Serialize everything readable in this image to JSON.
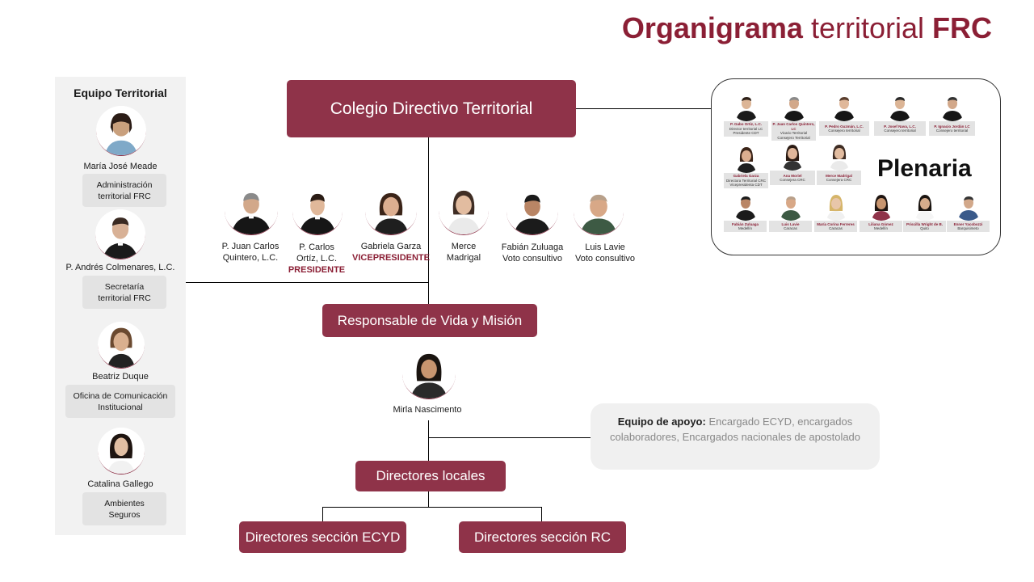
{
  "title": {
    "bold_part": "Organigrama",
    "regular_part": "territorial",
    "suffix": "FRC"
  },
  "colors": {
    "accent": "#8f3349",
    "title": "#8b1f35",
    "panel": "#f2f2f2"
  },
  "left_panel": {
    "title": "Equipo Territorial",
    "members": [
      {
        "name": "María José Meade",
        "role_line1": "Administración",
        "role_line2": "territorial FRC"
      },
      {
        "name": "P. Andrés Colmenares, L.C.",
        "role_line1": "Secretaría",
        "role_line2": "territorial FRC"
      },
      {
        "name": "Beatriz Duque",
        "role_line1": "Oficina  de Comunicación",
        "role_line2": "Institucional"
      },
      {
        "name": "Catalina Gallego",
        "role_line1": "Ambientes",
        "role_line2": "Seguros"
      }
    ]
  },
  "boxes": {
    "colegio": "Colegio Directivo Territorial",
    "responsable": "Responsable de Vida y Misión",
    "directores_locales": "Directores locales",
    "directores_ecyd": "Directores sección ECYD",
    "directores_rc": "Directores sección RC"
  },
  "colegio_members": [
    {
      "line1": "P. Juan Carlos",
      "line2": "Quintero, L.C.",
      "role": ""
    },
    {
      "line1": "P. Carlos",
      "line2": "Ortíz, L.C.",
      "role": "PRESIDENTE"
    },
    {
      "line1": "Gabriela Garza",
      "line2": "",
      "role": "VICEPRESIDENTE"
    },
    {
      "line1": "Merce",
      "line2": "Madrigal",
      "role": ""
    },
    {
      "line1": "Fabián  Zuluaga",
      "line2": "Voto consultivo",
      "role": ""
    },
    {
      "line1": "Luis Lavie",
      "line2": "Voto consultivo",
      "role": ""
    }
  ],
  "responsable_person": "Mirla  Nascimento",
  "support": {
    "label": "Equipo de apoyo:",
    "text": "Encargado ECYD, encargados colaboradores, Encargados nacionales de apostolado"
  },
  "plenaria": {
    "title": "Plenaria",
    "row1": [
      {
        "name": "P. Gabo Ortiz, L.C.",
        "line2": "Director territorial LC",
        "line3": "Presidente CDT"
      },
      {
        "name": "P. Juan Carlos Quintero, LC",
        "line2": "Vicario Territorial",
        "line3": "Consejero Territorial"
      },
      {
        "name": "P. Pedro Guzmán, L.C.",
        "line2": "Consejero territorial",
        "line3": ""
      },
      {
        "name": "P. Josef Nava, L.C.",
        "line2": "Consejero territorial",
        "line3": ""
      },
      {
        "name": "P. Ignacio Jordán LC",
        "line2": "Consejero territorial",
        "line3": ""
      }
    ],
    "row2": [
      {
        "name": "Gabriela Garza",
        "line2": "Directora Territorial CRC",
        "line3": "Vicepresidenta CDT"
      },
      {
        "name": "Ana Moriel",
        "line2": "Consejera CRC",
        "line3": ""
      },
      {
        "name": "Merce Madrigal",
        "line2": "Consejera CRC",
        "line3": ""
      }
    ],
    "row3": [
      {
        "name": "Fabián Zuluaga",
        "line2": "Medellín",
        "line3": ""
      },
      {
        "name": "Luis Lavie",
        "line2": "Caracas",
        "line3": ""
      },
      {
        "name": "María Corina Ferreres",
        "line2": "Caracas",
        "line3": ""
      },
      {
        "name": "Liliana Gómez",
        "line2": "Medellín",
        "line3": ""
      },
      {
        "name": "Priscilla Wright de B.",
        "line2": "Quito",
        "line3": ""
      },
      {
        "name": "Enner Yacobozzi",
        "line2": "Barquisimeto",
        "line3": ""
      }
    ]
  }
}
